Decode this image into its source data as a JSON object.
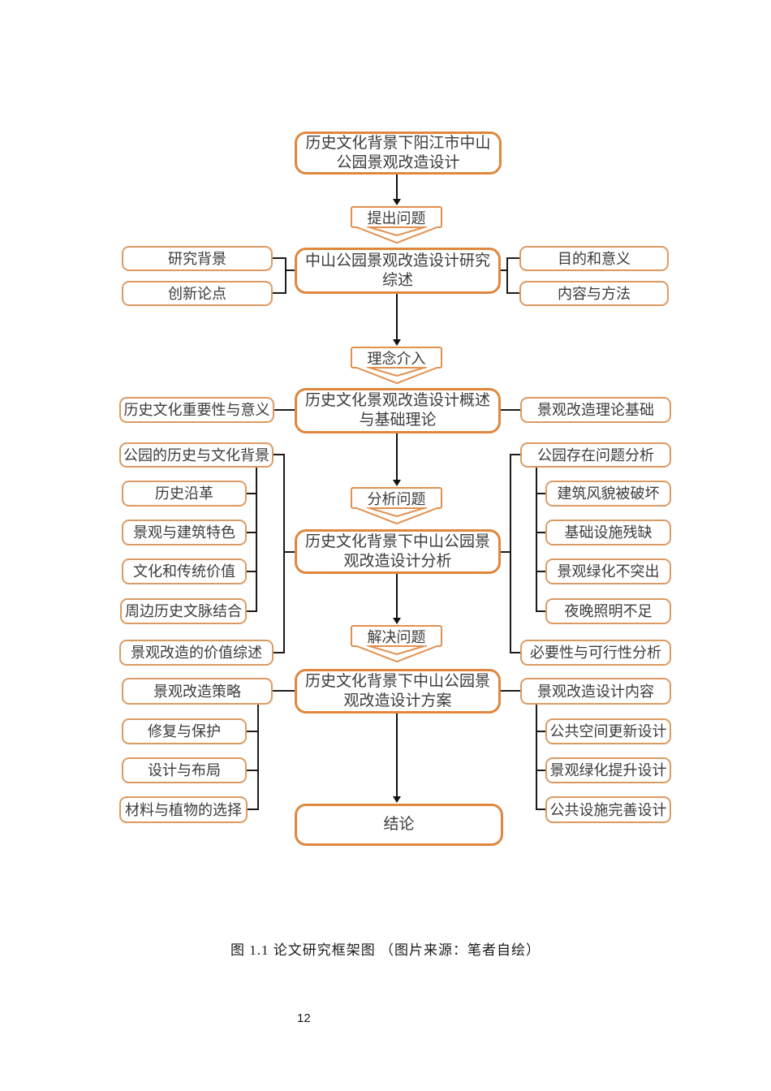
{
  "nodes": {
    "title": "历史文化背景下阳江市中山公园景观改造设计",
    "raise_question": "提出问题",
    "research_overview": "中山公园景观改造设计研究综述",
    "research_background": "研究背景",
    "innovation_points": "创新论点",
    "purpose_significance": "目的和意义",
    "content_methods": "内容与方法",
    "concept_intro": "理念介入",
    "theory_overview": "历史文化景观改造设计概述与基础理论",
    "culture_importance": "历史文化重要性与意义",
    "theory_basis": "景观改造理论基础",
    "park_history_bg": "公园的历史与文化背景",
    "history_evolution": "历史沿革",
    "landscape_features": "景观与建筑特色",
    "cultural_value": "文化和传统价值",
    "context_integration": "周边历史文脉结合",
    "value_summary": "景观改造的价值综述",
    "analyze_question": "分析问题",
    "analysis_center": "历史文化背景下中山公园景观改造设计分析",
    "park_problems": "公园存在问题分析",
    "damaged_style": "建筑风貌被破坏",
    "broken_infrastructure": "基础设施残缺",
    "weak_greening": "景观绿化不突出",
    "poor_lighting": "夜晚照明不足",
    "feasibility": "必要性与可行性分析",
    "solve_question": "解决问题",
    "plan_center": "历史文化背景下中山公园景观改造设计方案",
    "renovation_strategy": "景观改造策略",
    "repair_protection": "修复与保护",
    "design_layout": "设计与布局",
    "material_plants": "材料与植物的选择",
    "design_content": "景观改造设计内容",
    "public_space": "公共空间更新设计",
    "greening_upgrade": "景观绿化提升设计",
    "public_facility": "公共设施完善设计",
    "conclusion": "结论"
  },
  "caption": "图 1.1 论文研究框架图 （图片来源：笔者自绘）",
  "page_number": "12",
  "colors": {
    "box_border": "#DC9A63",
    "center_border": "#E0873D",
    "qbox_border": "#E2904E",
    "connector": "#1B1B1B",
    "text": "#3B3B3B"
  }
}
